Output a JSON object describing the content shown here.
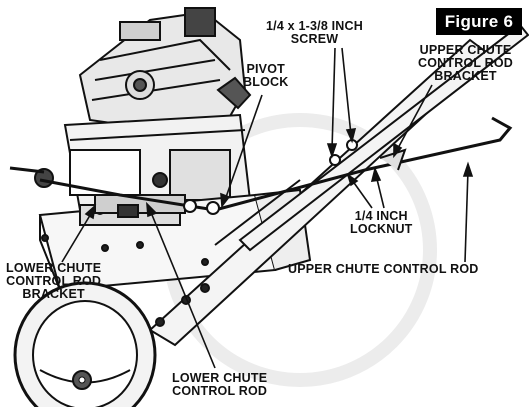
{
  "figure": {
    "badge": "Figure 6"
  },
  "labels": {
    "screw": {
      "line1": "1/4 x 1-3/8 INCH",
      "line2": "SCREW"
    },
    "upper_bracket": {
      "line1": "UPPER CHUTE",
      "line2": "CONTROL ROD",
      "line3": "BRACKET"
    },
    "pivot_block": {
      "line1": "PIVOT",
      "line2": "BLOCK"
    },
    "locknut": {
      "line1": "1/4 INCH",
      "line2": "LOCKNUT"
    },
    "upper_rod": {
      "line1": "UPPER CHUTE CONTROL ROD"
    },
    "lower_bracket": {
      "line1": "LOWER CHUTE",
      "line2": "CONTROL ROD",
      "line3": "BRACKET"
    },
    "lower_rod": {
      "line1": "LOWER CHUTE",
      "line2": "CONTROL ROD"
    }
  },
  "colors": {
    "ink": "#111111",
    "background": "#ffffff",
    "shading": "#e6e6e6"
  }
}
